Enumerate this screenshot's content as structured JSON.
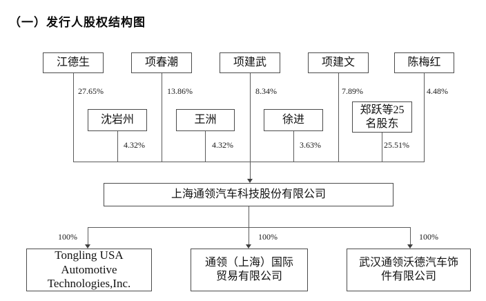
{
  "title": "（一）发行人股权结构图",
  "colors": {
    "background": "#ffffff",
    "line": "#5a5a5a",
    "box_border": "#4a4a4a",
    "text": "#111111"
  },
  "shareholders_row1": [
    {
      "name": "江德生",
      "pct": "27.65%"
    },
    {
      "name": "项春潮",
      "pct": "13.86%"
    },
    {
      "name": "项建武",
      "pct": "8.34%"
    },
    {
      "name": "项建文",
      "pct": "7.89%"
    },
    {
      "name": "陈梅红",
      "pct": "4.48%"
    }
  ],
  "shareholders_row2": [
    {
      "name": "沈岩州",
      "pct": "4.32%"
    },
    {
      "name": "王洲",
      "pct": "4.32%"
    },
    {
      "name": "徐进",
      "pct": "3.63%"
    },
    {
      "name": "郑跃等25\n名股东",
      "pct": "25.51%"
    }
  ],
  "company": {
    "name": "上海通领汽车科技股份有限公司"
  },
  "subsidiaries": [
    {
      "name": "Tongling USA\nAutomotive\nTechnologies,Inc.",
      "pct": "100%"
    },
    {
      "name": "通领（上海）国际\n贸易有限公司",
      "pct": "100%"
    },
    {
      "name": "武汉通领沃德汽车饰\n件有限公司",
      "pct": "100%"
    }
  ]
}
